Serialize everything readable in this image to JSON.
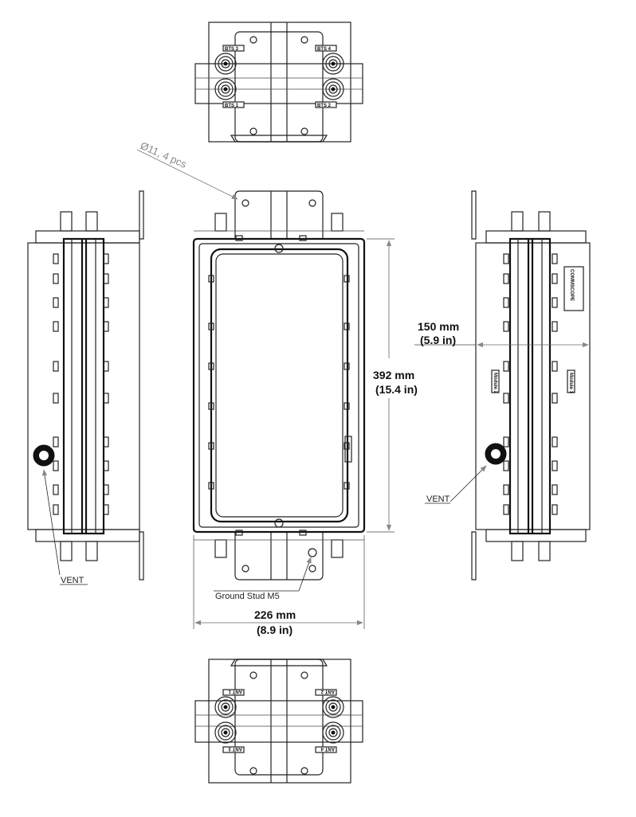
{
  "title": "Enclosure dimension drawing",
  "top_view": {
    "ports": [
      "BTS 3",
      "BTS 4",
      "BTS 1",
      "BTS 2"
    ]
  },
  "bottom_view": {
    "ports": [
      "ANT 1",
      "ANT 2",
      "ANT 3",
      "ANT 4"
    ]
  },
  "right_view": {
    "brand": "COMMSCOPE",
    "modules": [
      "Module 2",
      "Module 1"
    ]
  },
  "annotations": {
    "hole_note": "Ø11, 4 pcs",
    "ground_stud": "Ground Stud M5",
    "vent_left": "VENT",
    "vent_right": "VENT"
  },
  "dimensions": {
    "height_mm": "392 mm",
    "height_in": "(15.4 in)",
    "width_mm": "226 mm",
    "width_in": "(8.9 in)",
    "depth_mm": "150 mm",
    "depth_in": "(5.9 in)"
  }
}
